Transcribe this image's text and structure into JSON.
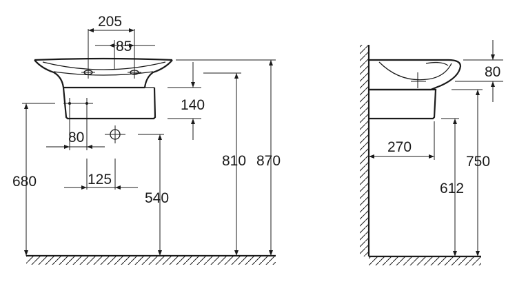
{
  "front_view": {
    "dims": {
      "d205": "205",
      "d85": "85",
      "d140": "140",
      "d80": "80",
      "d125": "125",
      "d680": "680",
      "d540": "540",
      "d810": "810",
      "d870": "870"
    }
  },
  "side_view": {
    "dims": {
      "d80": "80",
      "d270": "270",
      "d612": "612",
      "d750": "750"
    }
  },
  "colors": {
    "line": "#1a1a1a",
    "background": "#ffffff"
  }
}
